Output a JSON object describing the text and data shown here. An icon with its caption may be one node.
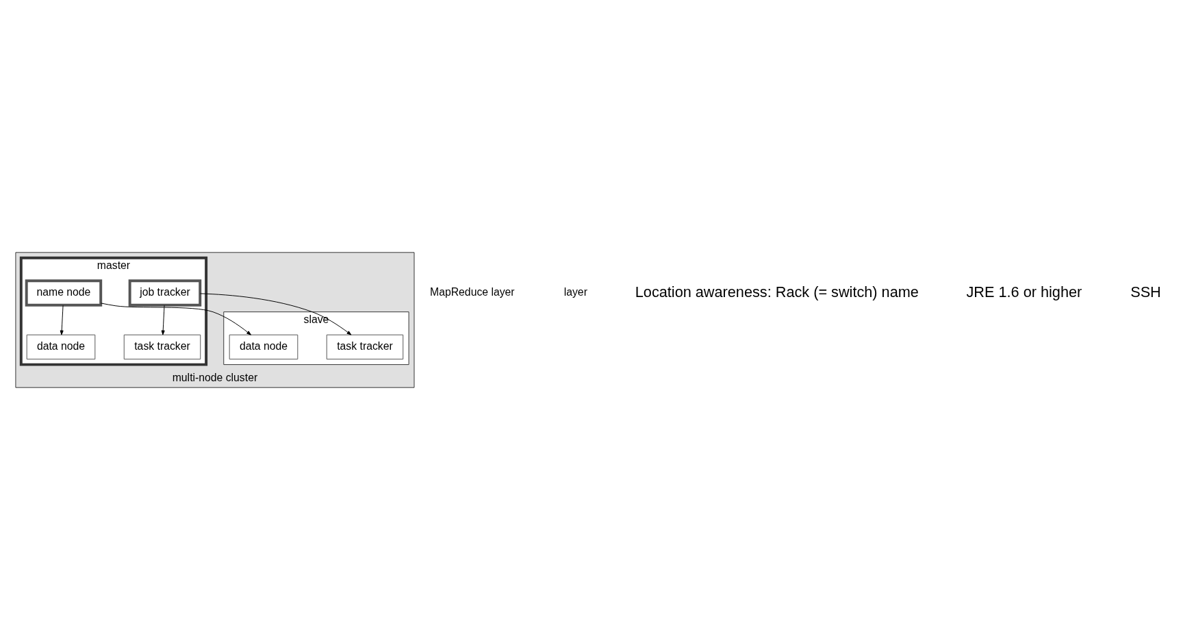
{
  "diagram": {
    "nodes": [
      {
        "text": [
          "multi-node cluster"
        ]
      },
      {
        "text": [
          "master"
        ],
        "in": 0
      },
      {
        "text": [
          "task tracker"
        ],
        "in": 1
      },
      {
        "text": [
          "job tracker"
        ],
        "in": 1
      },
      {
        "text": [
          "name node"
        ],
        "in": 1
      },
      {
        "text": [
          "data node"
        ],
        "in": 1
      },
      {
        "text": [
          "slave"
        ],
        "in": 0
      },
      {
        "text": [
          "task tracker"
        ],
        "in": 6
      },
      {
        "text": [
          "data node"
        ],
        "in": 6
      }
    ],
    "edges": [
      {
        "from": 3,
        "to": 2,
        "arrow": "to"
      },
      {
        "from": 3,
        "to": 7,
        "arrow": "to"
      },
      {
        "from": 4,
        "to": 5,
        "arrow": "to"
      },
      {
        "from": 4,
        "to": 8,
        "arrow": "to"
      }
    ],
    "labels": [
      "MapReduce layer",
      "layer",
      "Location awareness: Rack (= switch) name",
      "JRE 1.6 or higher",
      "SSH"
    ]
  }
}
